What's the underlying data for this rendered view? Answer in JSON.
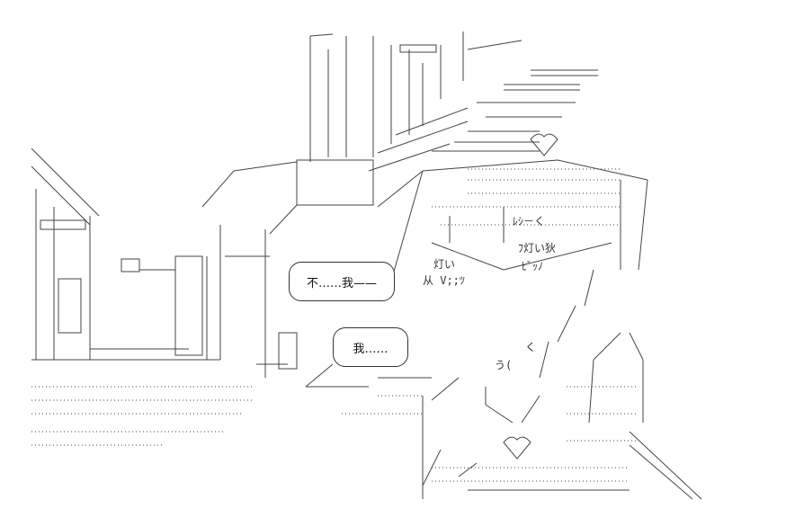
{
  "speech": {
    "bubble1": "不……我——",
    "bubble2": "我……"
  },
  "art_text": {
    "cry_1": "灯い",
    "cry_2": "ﾌ灯い狄",
    "cry_3": "ﾋﾞｯﾉ",
    "cry_4": "从 V;;ﾂ",
    "mark_1": "ﾚｼ－く",
    "mark_2": "う(",
    "mark_3": "く"
  },
  "colors": {
    "ink": "#333333",
    "paper": "#ffffff"
  }
}
